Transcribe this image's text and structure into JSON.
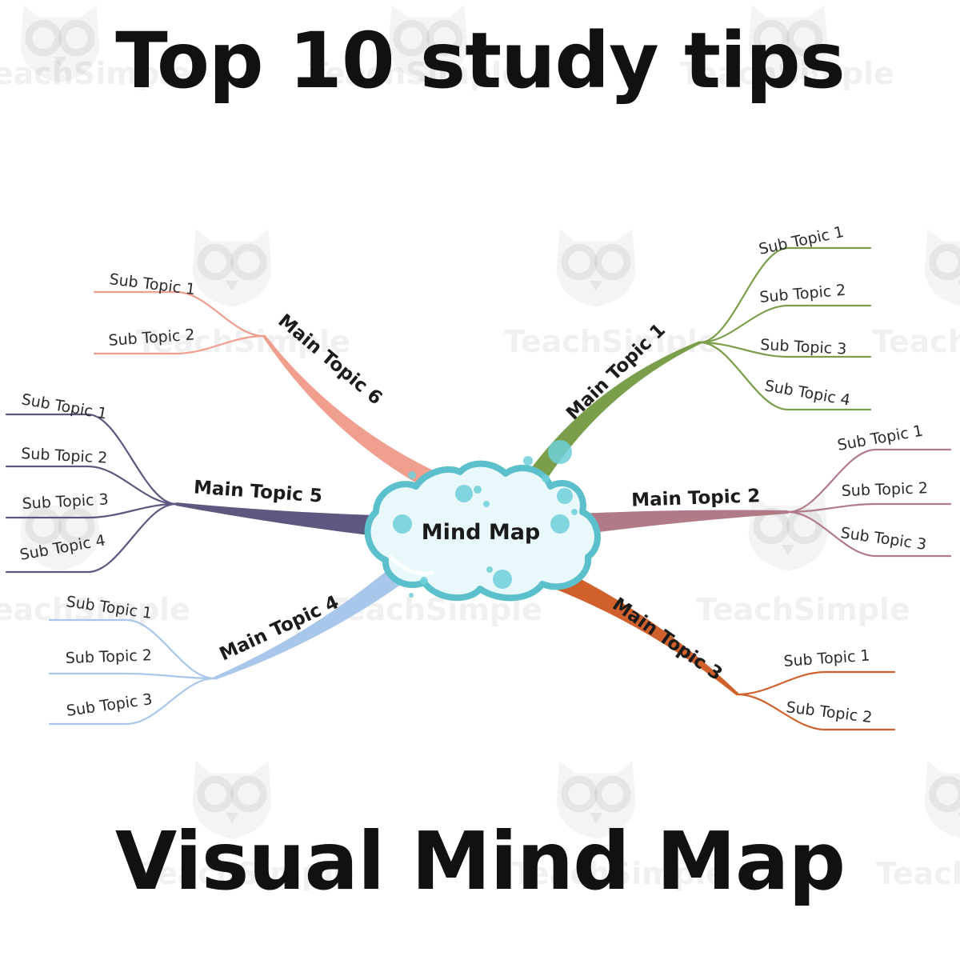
{
  "title": "Top 10 study tips",
  "subtitle": "Visual Mind Map",
  "watermark": "TeachSimple",
  "watermark_icon": "owl-icon",
  "center": {
    "label": "Mind Map",
    "stroke": "#5bbfcc",
    "fill": "#e9f8fb",
    "bubble": "#6fcfd8"
  },
  "branches": [
    {
      "label": "Main Topic 1",
      "color": "#7a9e4a",
      "subs": [
        "Sub Topic 1",
        "Sub Topic 2",
        "Sub Topic 3",
        "Sub Topic 4"
      ]
    },
    {
      "label": "Main Topic 2",
      "color": "#b07a86",
      "subs": [
        "Sub Topic 1",
        "Sub Topic 2",
        "Sub Topic 3"
      ]
    },
    {
      "label": "Main Topic 3",
      "color": "#d0602c",
      "subs": [
        "Sub Topic 1",
        "Sub Topic 2"
      ]
    },
    {
      "label": "Main Topic 4",
      "color": "#a9c7ea",
      "subs": [
        "Sub Topic 1",
        "Sub Topic 2",
        "Sub Topic 3"
      ]
    },
    {
      "label": "Main Topic 5",
      "color": "#5c5880",
      "subs": [
        "Sub Topic 1",
        "Sub Topic 2",
        "Sub Topic 3",
        "Sub Topic 4"
      ]
    },
    {
      "label": "Main Topic 6",
      "color": "#f09e8e",
      "subs": [
        "Sub Topic 1",
        "Sub Topic 2"
      ]
    }
  ]
}
